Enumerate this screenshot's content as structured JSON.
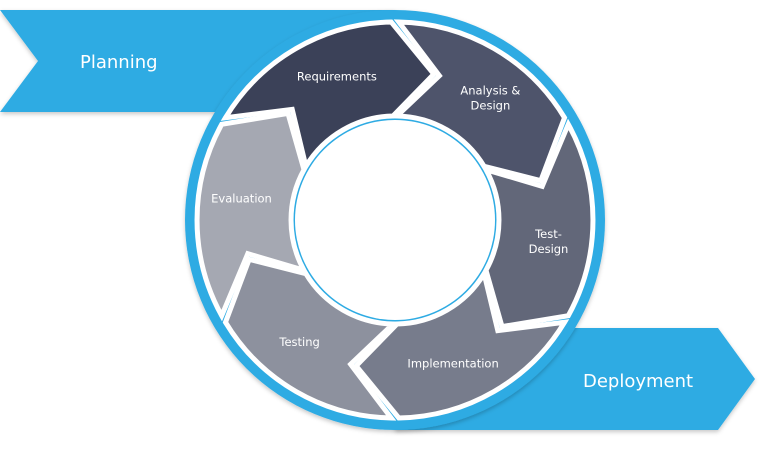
{
  "diagram": {
    "bands": {
      "start_label": "Planning",
      "end_label": "Deployment"
    },
    "stages": [
      {
        "lines": [
          "Requirements"
        ],
        "color": "#3b4158"
      },
      {
        "lines": [
          "Analysis &",
          "Design"
        ],
        "color": "#4e546b"
      },
      {
        "lines": [
          "Test-",
          "Design"
        ],
        "color": "#626779"
      },
      {
        "lines": [
          "Implementation"
        ],
        "color": "#777c8c"
      },
      {
        "lines": [
          "Testing"
        ],
        "color": "#8d919e"
      },
      {
        "lines": [
          "Evaluation"
        ],
        "color": "#a5a8b2"
      }
    ],
    "colors": {
      "band": "#2fabe3",
      "gap": "#ffffff",
      "hub": "#ffffff"
    }
  }
}
